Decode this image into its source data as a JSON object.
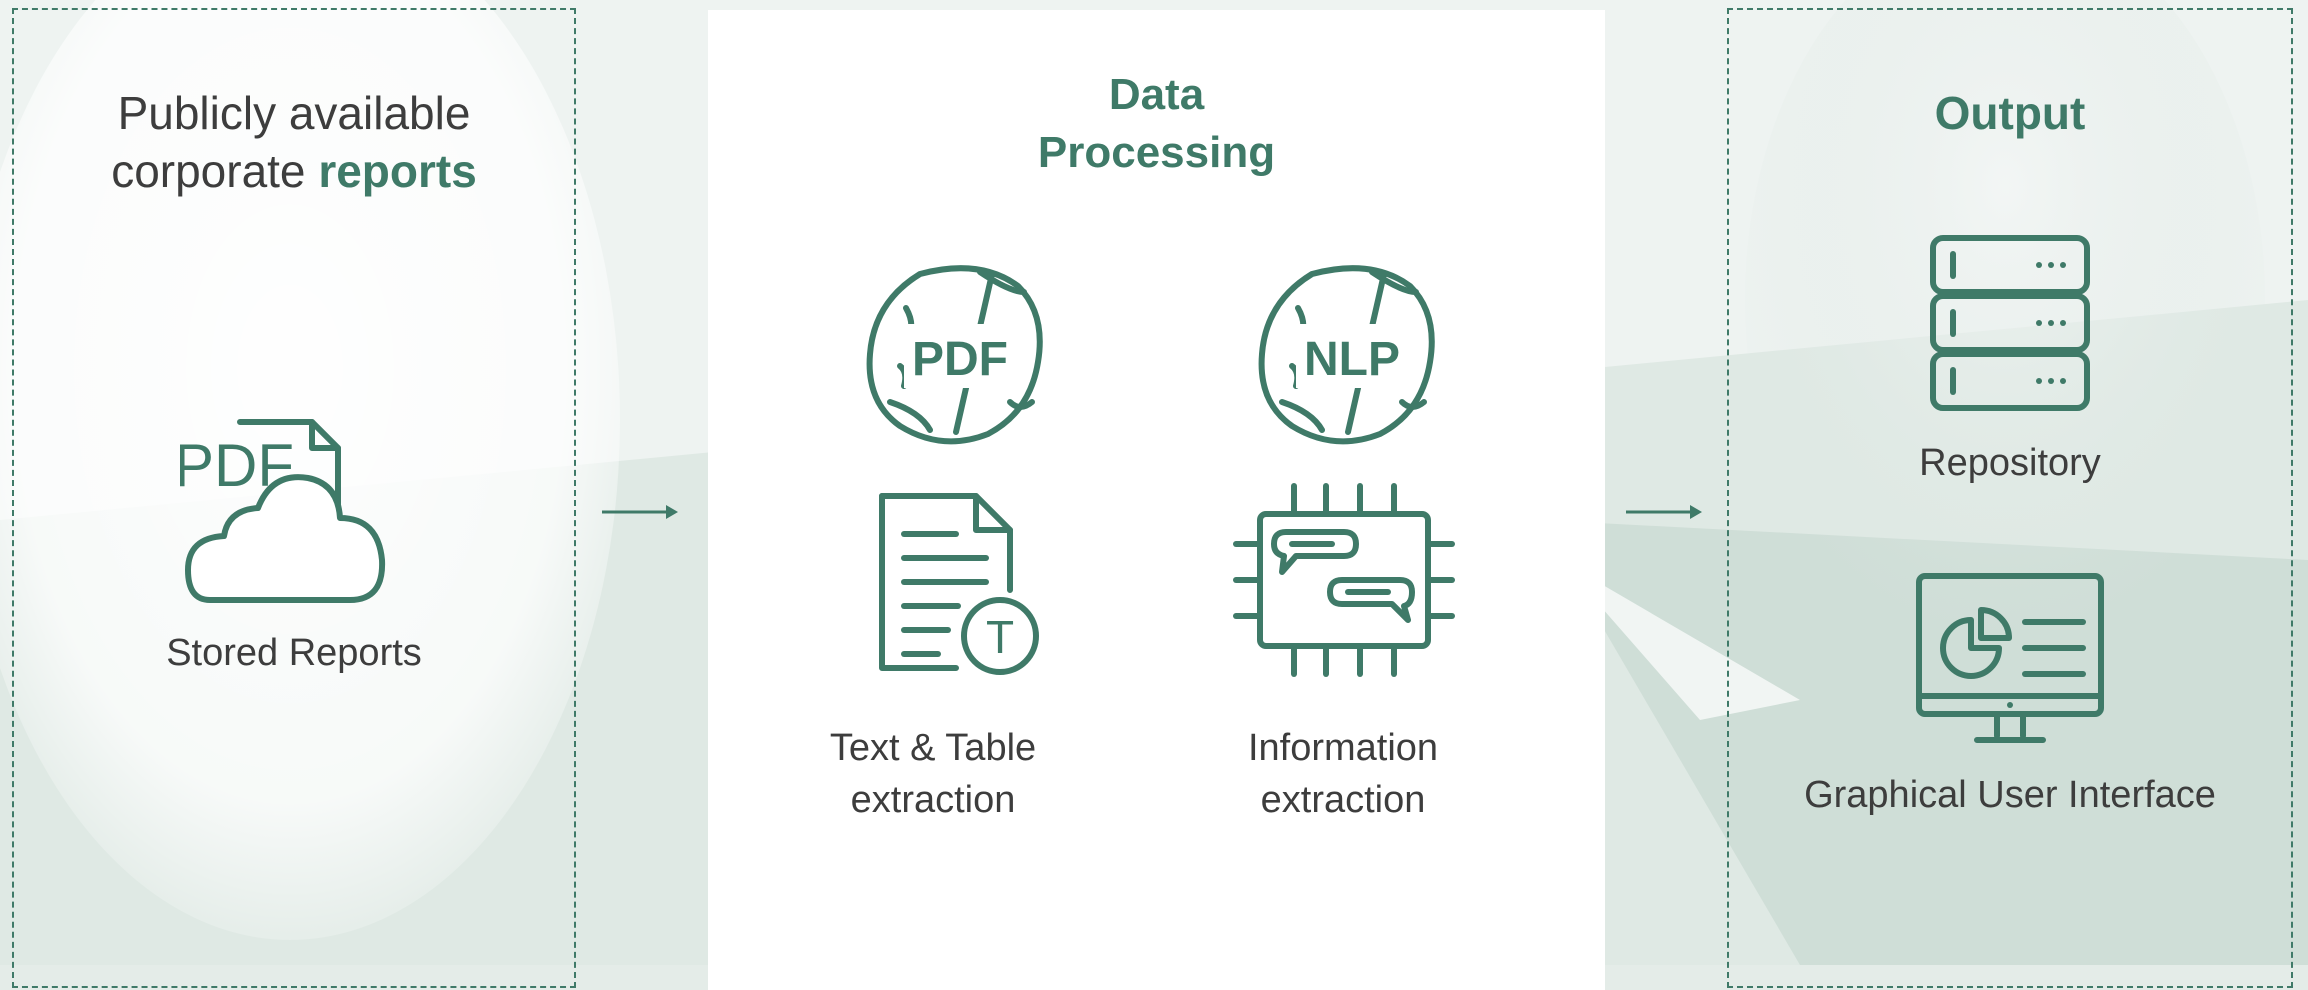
{
  "colors": {
    "accent": "#3f7a68",
    "text": "#3d3d3d",
    "panel_white": "#ffffff",
    "background": "#e4ece8"
  },
  "input": {
    "title_line1": "Publicly available",
    "title_line2_prefix": "corporate ",
    "title_line2_bold": "reports",
    "icon_text": "PDF",
    "caption": "Stored Reports"
  },
  "processing": {
    "title_line1": "Data",
    "title_line2": "Processing",
    "badge_pdf": "PDF",
    "badge_nlp": "NLP",
    "text_icon_letter": "T",
    "caption_left_line1": "Text & Table",
    "caption_left_line2": "extraction",
    "caption_right_line1": "Information",
    "caption_right_line2": "extraction"
  },
  "output": {
    "title": "Output",
    "repository_caption": "Repository",
    "gui_caption": "Graphical User Interface"
  },
  "icons": [
    "pdf-cloud-icon",
    "pdf-badge-icon",
    "nlp-badge-icon",
    "text-document-icon",
    "chip-chat-icon",
    "server-icon",
    "monitor-dashboard-icon",
    "arrow-right-icon"
  ]
}
